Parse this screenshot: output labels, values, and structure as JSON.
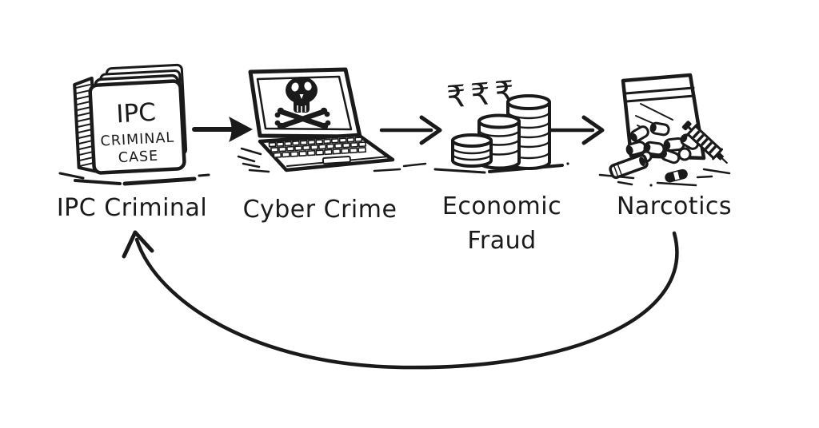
{
  "diagram": {
    "background_color": "#ffffff",
    "ink_color": "#1a1a1a",
    "nodes": [
      {
        "label": "IPC Criminal",
        "icon": "case-file-stack-icon",
        "document_text": [
          "IPC",
          "CRIMINAL",
          "CASE"
        ]
      },
      {
        "label": "Cyber Crime",
        "icon": "laptop-skull-icon"
      },
      {
        "label": "Economic Fraud",
        "icon": "rupee-coin-stacks-icon",
        "currency_symbols": "₹₹₹"
      },
      {
        "label": "Narcotics",
        "icon": "drug-bag-syringe-icon"
      }
    ],
    "connectors": [
      {
        "from": "IPC Criminal",
        "to": "Cyber Crime",
        "type": "arrow-right"
      },
      {
        "from": "Cyber Crime",
        "to": "Economic Fraud",
        "type": "arrow-right"
      },
      {
        "from": "Economic Fraud",
        "to": "Narcotics",
        "type": "arrow-right"
      },
      {
        "from": "Narcotics",
        "to": "IPC Criminal",
        "type": "curved-cycle-arrow"
      }
    ]
  }
}
